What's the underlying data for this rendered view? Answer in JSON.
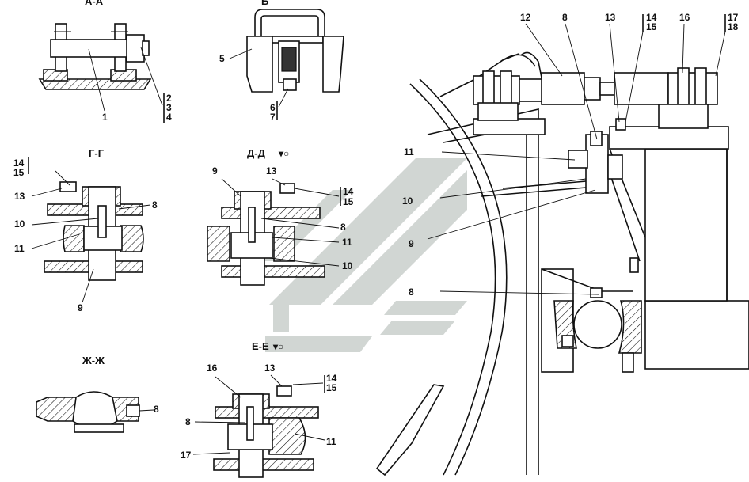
{
  "sections": {
    "aa": "А-А",
    "b": "Б",
    "gg": "Г-Г",
    "dd": "Д-Д",
    "zhzh": "Ж-Ж",
    "ee": "Е-Е"
  },
  "labels": {
    "aa": [
      "1",
      "2",
      "3",
      "4"
    ],
    "b": [
      "5",
      "6",
      "7"
    ],
    "gg": [
      "14",
      "15",
      "13",
      "8",
      "10",
      "11",
      "9"
    ],
    "dd": [
      "9",
      "13",
      "14",
      "15",
      "8",
      "11",
      "10"
    ],
    "zhzh": [
      "8"
    ],
    "ee": [
      "16",
      "13",
      "14",
      "15",
      "8",
      "11",
      "17"
    ],
    "main": [
      "12",
      "8",
      "13",
      "14",
      "15",
      "16",
      "17",
      "18",
      "11",
      "10",
      "9",
      "8"
    ]
  },
  "colors": {
    "line": "#111111",
    "watermark": "#c9cfcc"
  }
}
